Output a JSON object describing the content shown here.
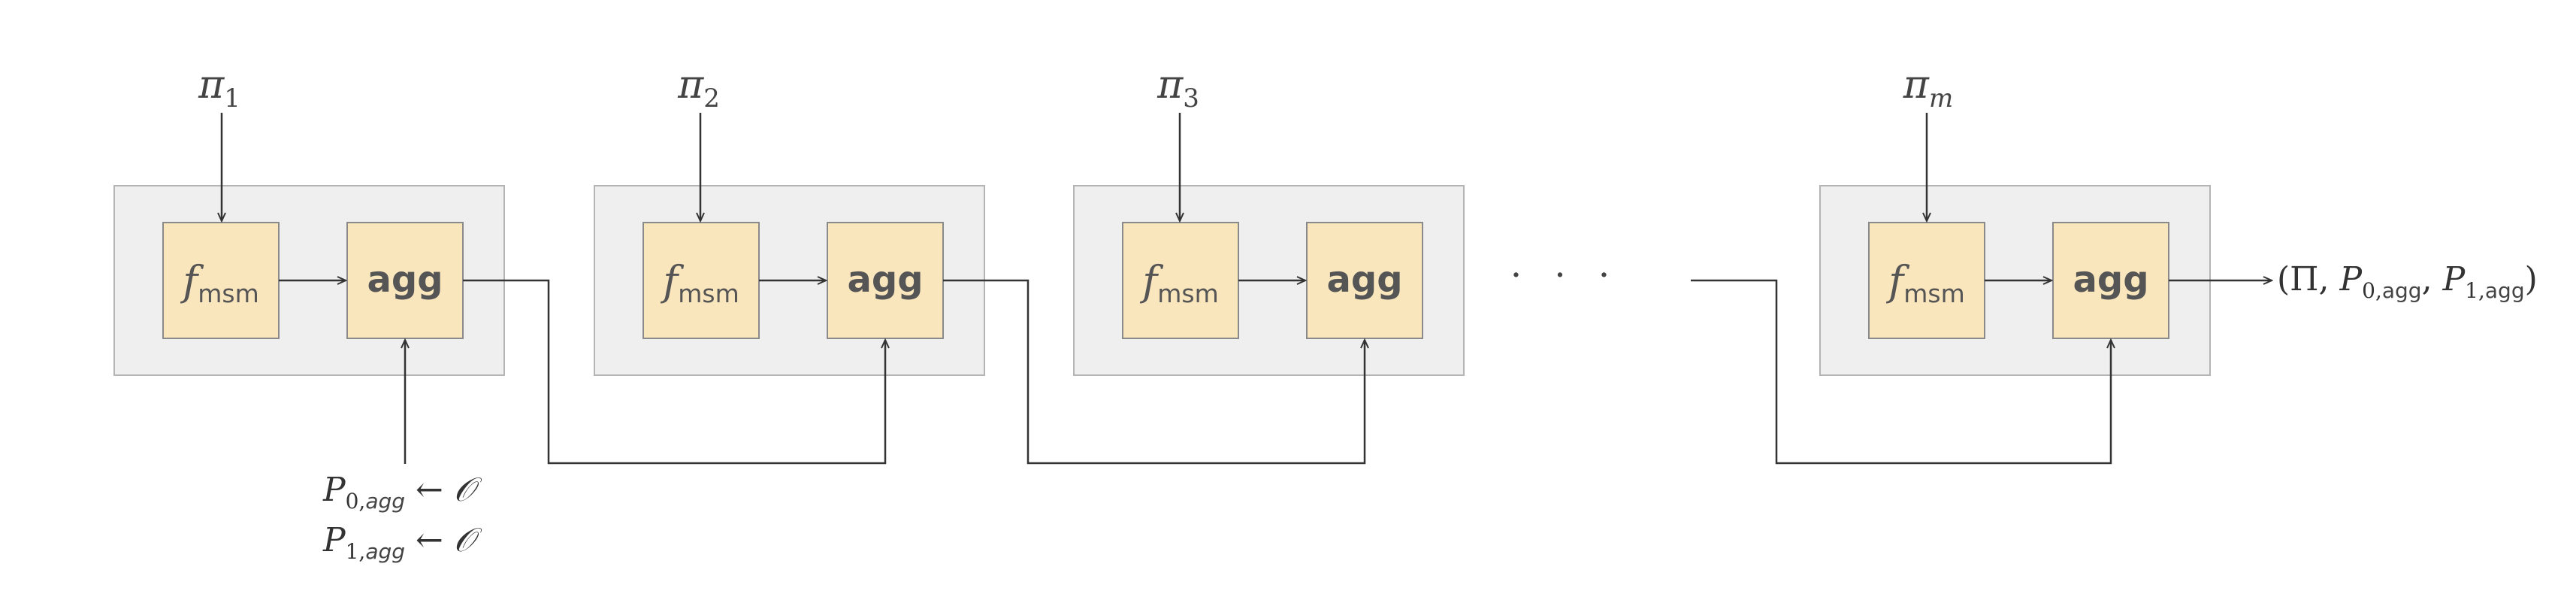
{
  "diagram": {
    "stages": [
      {
        "input_symbol": "π",
        "input_index": "1",
        "fmsm_label": "f",
        "fmsm_sub": "msm",
        "agg_label": "agg"
      },
      {
        "input_symbol": "π",
        "input_index": "2",
        "fmsm_label": "f",
        "fmsm_sub": "msm",
        "agg_label": "agg"
      },
      {
        "input_symbol": "π",
        "input_index": "3",
        "fmsm_label": "f",
        "fmsm_sub": "msm",
        "agg_label": "agg"
      },
      {
        "input_symbol": "π",
        "input_index": "m",
        "fmsm_label": "f",
        "fmsm_sub": "msm",
        "agg_label": "agg"
      }
    ],
    "ellipsis": "· · ·",
    "init_lines": [
      {
        "var": "P",
        "sub_num": "0,",
        "sub_txt": "agg",
        "arrow": "←",
        "oracle": "𝒪"
      },
      {
        "var": "P",
        "sub_num": "1,",
        "sub_txt": "agg",
        "arrow": "←",
        "oracle": "𝒪"
      }
    ],
    "output": {
      "open": "(",
      "pi_cap": "Π",
      "sep": ", ",
      "p0": "P",
      "p0_sub_num": "0,",
      "p0_sub_txt": "agg",
      "p1": "P",
      "p1_sub_num": "1,",
      "p1_sub_txt": "agg",
      "close": ")"
    }
  }
}
